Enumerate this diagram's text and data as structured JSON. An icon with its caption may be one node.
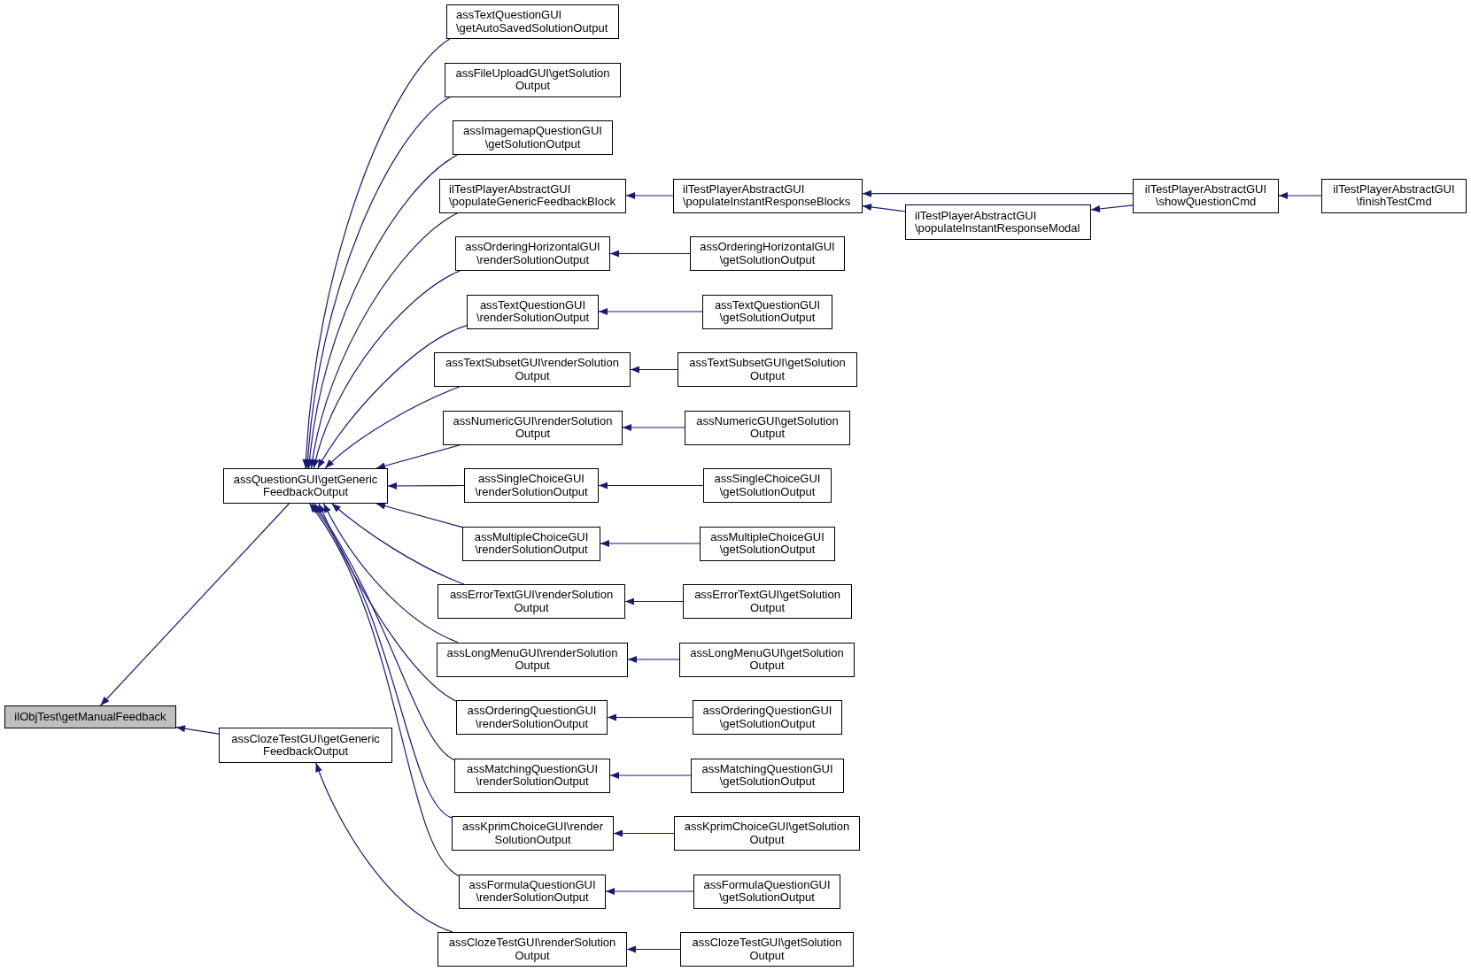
{
  "diagram": {
    "nodes": [
      {
        "text": [
          "ilObjTest\\getManualFeedback"
        ]
      },
      {
        "text": [
          "assQuestionGUI\\getGeneric FeedbackOutput"
        ]
      },
      {
        "text": [
          "assClozeTestGUI\\getGeneric FeedbackOutput"
        ]
      },
      {
        "text": [
          "assTextQuestionGUI \\getAutoSavedSolutionOutput"
        ]
      },
      {
        "text": [
          "assFileUploadGUI\\getSolution Output"
        ]
      },
      {
        "text": [
          "assImagemapQuestionGUI \\getSolutionOutput"
        ]
      },
      {
        "text": [
          "ilTestPlayerAbstractGUI \\populateGenericFeedbackBlock"
        ]
      },
      {
        "text": [
          "assOrderingHorizontalGUI \\renderSolutionOutput"
        ]
      },
      {
        "text": [
          "assTextQuestionGUI \\renderSolutionOutput"
        ]
      },
      {
        "text": [
          "assTextSubsetGUI\\renderSolution Output"
        ]
      },
      {
        "text": [
          "assNumericGUI\\renderSolution Output"
        ]
      },
      {
        "text": [
          "assSingleChoiceGUI \\renderSolutionOutput"
        ]
      },
      {
        "text": [
          "assMultipleChoiceGUI \\renderSolutionOutput"
        ]
      },
      {
        "text": [
          "assErrorTextGUI\\renderSolution Output"
        ]
      },
      {
        "text": [
          "assLongMenuGUI\\renderSolution Output"
        ]
      },
      {
        "text": [
          "assOrderingQuestionGUI \\renderSolutionOutput"
        ]
      },
      {
        "text": [
          "assMatchingQuestionGUI \\renderSolutionOutput"
        ]
      },
      {
        "text": [
          "assKprimChoiceGUI\\render SolutionOutput"
        ]
      },
      {
        "text": [
          "assFormulaQuestionGUI \\renderSolutionOutput"
        ]
      },
      {
        "text": [
          "assClozeTestGUI\\renderSolution Output"
        ]
      },
      {
        "text": [
          "ilTestPlayerAbstractGUI \\populateInstantResponseBlocks"
        ]
      },
      {
        "text": [
          "ilTestPlayerAbstractGUI \\populateInstantResponseModal"
        ]
      },
      {
        "text": [
          "assOrderingHorizontalGUI \\getSolutionOutput"
        ]
      },
      {
        "text": [
          "assTextQuestionGUI \\getSolutionOutput"
        ]
      },
      {
        "text": [
          "assTextSubsetGUI\\getSolution Output"
        ]
      },
      {
        "text": [
          "assNumericGUI\\getSolution Output"
        ]
      },
      {
        "text": [
          "assSingleChoiceGUI \\getSolutionOutput"
        ]
      },
      {
        "text": [
          "assMultipleChoiceGUI \\getSolutionOutput"
        ]
      },
      {
        "text": [
          "assErrorTextGUI\\getSolution Output"
        ]
      },
      {
        "text": [
          "assLongMenuGUI\\getSolution Output"
        ]
      },
      {
        "text": [
          "assOrderingQuestionGUI \\getSolutionOutput"
        ]
      },
      {
        "text": [
          "assMatchingQuestionGUI \\getSolutionOutput"
        ]
      },
      {
        "text": [
          "assKprimChoiceGUI\\getSolution Output"
        ]
      },
      {
        "text": [
          "assFormulaQuestionGUI \\getSolutionOutput"
        ]
      },
      {
        "text": [
          "assClozeTestGUI\\getSolution Output"
        ]
      },
      {
        "text": [
          "ilTestPlayerAbstractGUI \\showQuestionCmd"
        ]
      },
      {
        "text": [
          "ilTestPlayerAbstractGUI \\finishTestCmd"
        ]
      }
    ],
    "edges": [
      {
        "from": 1,
        "to": 0,
        "arrow": "to"
      },
      {
        "from": 2,
        "to": 0,
        "arrow": "to"
      },
      {
        "from": 3,
        "to": 1,
        "arrow": "to"
      },
      {
        "from": 4,
        "to": 1,
        "arrow": "to"
      },
      {
        "from": 5,
        "to": 1,
        "arrow": "to"
      },
      {
        "from": 6,
        "to": 1,
        "arrow": "to"
      },
      {
        "from": 7,
        "to": 1,
        "arrow": "to"
      },
      {
        "from": 8,
        "to": 1,
        "arrow": "to"
      },
      {
        "from": 9,
        "to": 1,
        "arrow": "to"
      },
      {
        "from": 10,
        "to": 1,
        "arrow": "to"
      },
      {
        "from": 11,
        "to": 1,
        "arrow": "to"
      },
      {
        "from": 12,
        "to": 1,
        "arrow": "to"
      },
      {
        "from": 13,
        "to": 1,
        "arrow": "to"
      },
      {
        "from": 14,
        "to": 1,
        "arrow": "to"
      },
      {
        "from": 15,
        "to": 1,
        "arrow": "to"
      },
      {
        "from": 16,
        "to": 1,
        "arrow": "to"
      },
      {
        "from": 17,
        "to": 1,
        "arrow": "to"
      },
      {
        "from": 18,
        "to": 1,
        "arrow": "to"
      },
      {
        "from": 19,
        "to": 2,
        "arrow": "to"
      },
      {
        "from": 20,
        "to": 6,
        "arrow": "to"
      },
      {
        "from": 22,
        "to": 7,
        "arrow": "to"
      },
      {
        "from": 23,
        "to": 8,
        "arrow": "to"
      },
      {
        "from": 24,
        "to": 9,
        "arrow": "to"
      },
      {
        "from": 25,
        "to": 10,
        "arrow": "to"
      },
      {
        "from": 26,
        "to": 11,
        "arrow": "to"
      },
      {
        "from": 27,
        "to": 12,
        "arrow": "to"
      },
      {
        "from": 28,
        "to": 13,
        "arrow": "to"
      },
      {
        "from": 29,
        "to": 14,
        "arrow": "to"
      },
      {
        "from": 30,
        "to": 15,
        "arrow": "to"
      },
      {
        "from": 31,
        "to": 16,
        "arrow": "to"
      },
      {
        "from": 32,
        "to": 17,
        "arrow": "to"
      },
      {
        "from": 33,
        "to": 18,
        "arrow": "to"
      },
      {
        "from": 34,
        "to": 19,
        "arrow": "to"
      },
      {
        "from": 35,
        "to": 20,
        "arrow": "to"
      },
      {
        "from": 21,
        "to": 20,
        "arrow": "to"
      },
      {
        "from": 35,
        "to": 21,
        "arrow": "to"
      },
      {
        "from": 36,
        "to": 35,
        "arrow": "to"
      }
    ]
  }
}
